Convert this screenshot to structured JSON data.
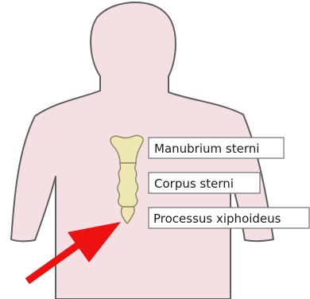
{
  "labels": {
    "manubrium": "Manubrium sterni",
    "corpus": "Corpus sterni",
    "xiphoid": "Processus xiphoideus"
  },
  "colors": {
    "skin": "#f4dfe2",
    "outline": "#5f5f5f",
    "bone": "#efe7b2",
    "bone_outline": "#8d8a6a",
    "arrow": "#ee1111",
    "label_border": "#707070"
  }
}
